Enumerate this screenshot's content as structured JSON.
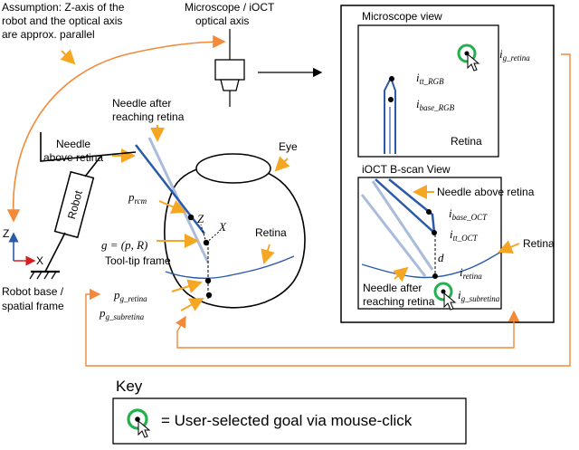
{
  "assumption": {
    "line1": "Assumption: Z-axis of the",
    "line2": "robot and the optical axis",
    "line3": "are approx. parallel"
  },
  "microscope": {
    "line1": "Microscope / iOCT",
    "line2": "optical axis"
  },
  "needle_after": {
    "line1": "Needle after",
    "line2": "reaching retina"
  },
  "needle_above": {
    "line1": "Needle",
    "line2": "above retina"
  },
  "robot": {
    "label": "Robot",
    "base_line1": "Robot base /",
    "base_line2": "spatial frame"
  },
  "axes": {
    "z": "Z",
    "x": "X"
  },
  "eye": {
    "label": "Eye",
    "retina": "Retina"
  },
  "math": {
    "p": "p",
    "rcm": "rcm",
    "g_frame": "g = (p, R)",
    "tooltip": "Tool-tip frame",
    "g_retina_sub": "g_retina",
    "g_subretina_sub": "g_subretina",
    "z": "Z",
    "x": "X"
  },
  "microscope_view": {
    "title": "Microscope view",
    "i": "i",
    "g_retina": "g_retina",
    "tt_rgb": "tt_RGB",
    "base_rgb": "base_RGB",
    "retina": "Retina"
  },
  "oct_view": {
    "title": "iOCT B-scan View",
    "needle_above": "Needle above retina",
    "i": "i",
    "base_oct": "base_OCT",
    "tt_oct": "tt_OCT",
    "d": "d",
    "retina_sub": "retina",
    "g_subretina": "g_subretina",
    "needle_after_line1": "Needle after",
    "needle_after_line2": "reaching retina",
    "retina_outside": "Retina"
  },
  "key": {
    "title": "Key",
    "text": "= User-selected goal via mouse-click"
  },
  "colors": {
    "orange": "#f5a623",
    "blue": "#2b5aa8",
    "needle_light": "#a9bcd9",
    "green": "#22b14c",
    "link_orange": "#f28a3a"
  }
}
